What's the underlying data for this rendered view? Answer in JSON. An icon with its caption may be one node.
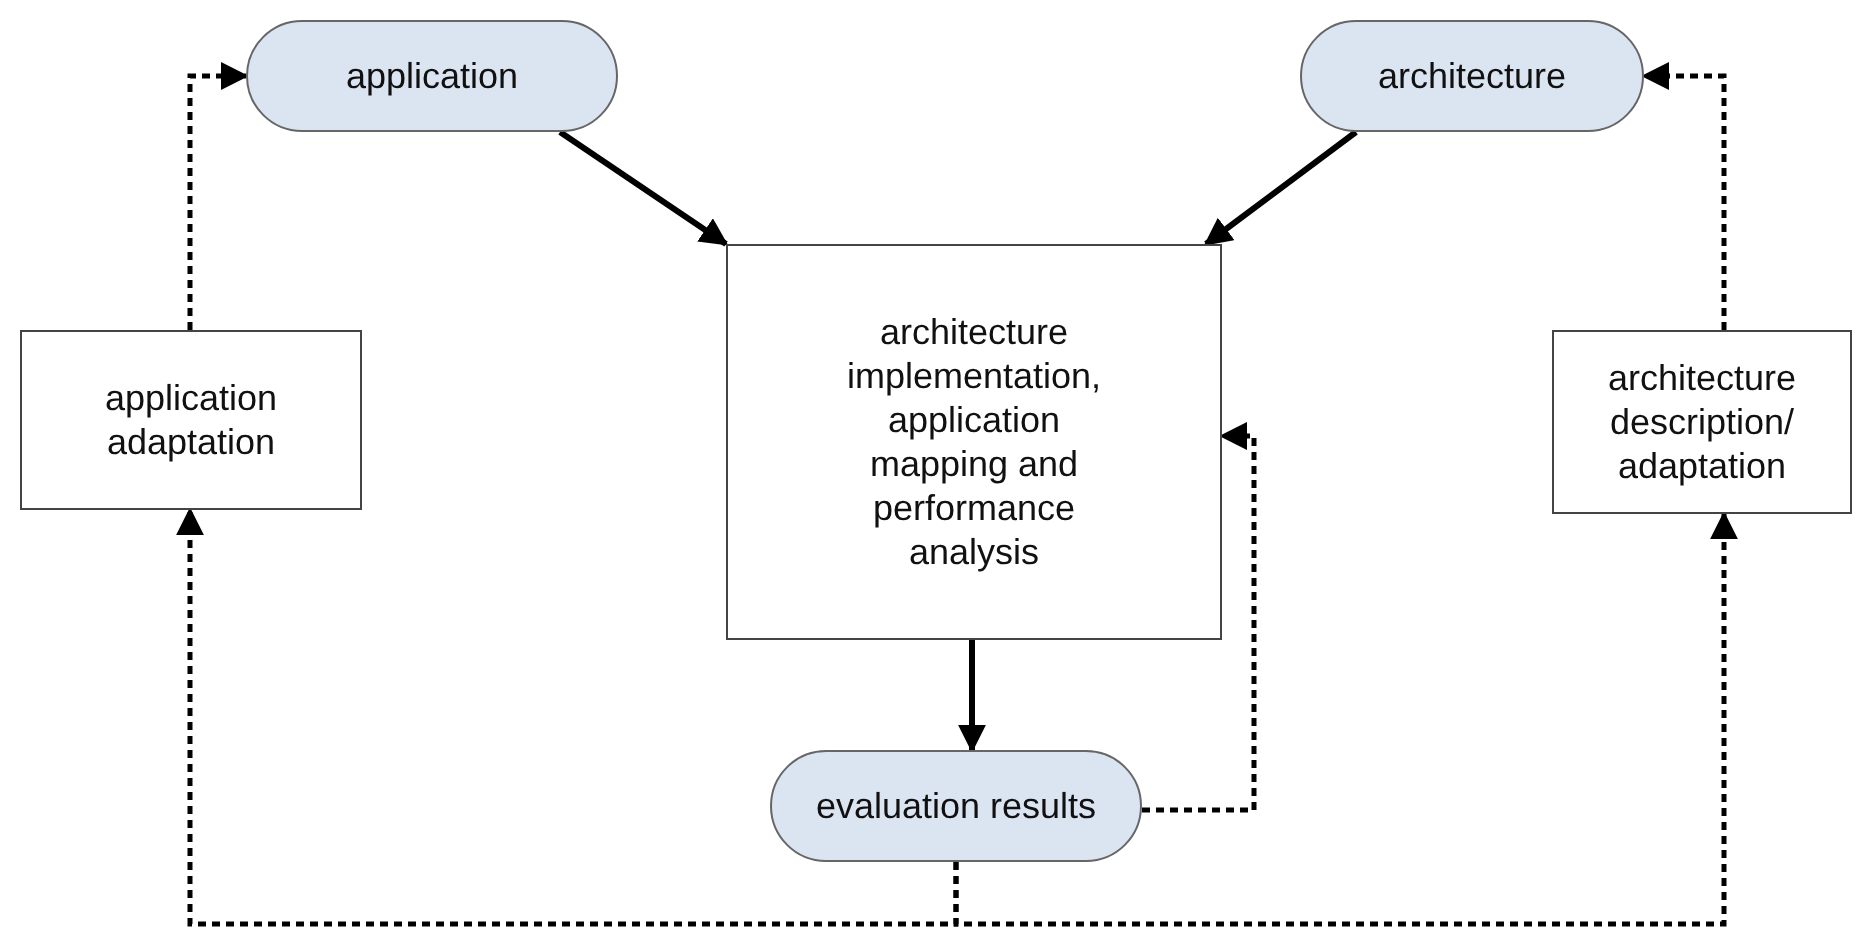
{
  "diagram": {
    "nodes": [
      {
        "text": [
          "application"
        ]
      },
      {
        "text": [
          "architecture"
        ]
      },
      {
        "text": [
          "architecture implementation, application mapping and performance analysis"
        ]
      },
      {
        "text": [
          "application adaptation"
        ]
      },
      {
        "text": [
          "architecture description/ adaptation"
        ]
      },
      {
        "text": [
          "evaluation results"
        ]
      }
    ],
    "edges": [
      {
        "from": 0,
        "to": 2,
        "arrow": "to"
      },
      {
        "from": 1,
        "to": 2,
        "arrow": "to"
      },
      {
        "from": 2,
        "to": 5,
        "arrow": "to"
      },
      {
        "from": 5,
        "to": 2,
        "arrow": "to",
        "style": "dashed"
      },
      {
        "from": 3,
        "to": 0,
        "arrow": "to",
        "style": "dashed"
      },
      {
        "from": 4,
        "to": 1,
        "arrow": "to",
        "style": "dashed"
      },
      {
        "from": 5,
        "to": 3,
        "arrow": "to",
        "style": "dashed"
      },
      {
        "from": 5,
        "to": 4,
        "arrow": "to",
        "style": "dashed"
      }
    ]
  }
}
